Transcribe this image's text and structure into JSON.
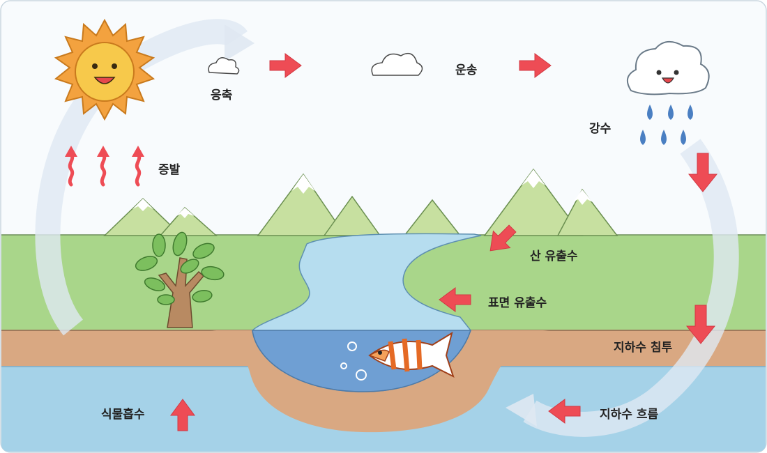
{
  "labels": {
    "evaporation": "증발",
    "condensation": "응축",
    "transport": "운송",
    "precipitation": "강수",
    "mountain_runoff": "산 유출수",
    "surface_runoff": "표면 유출수",
    "infiltration": "지하수 침투",
    "plant_absorption": "식물흡수",
    "groundwater_flow": "지하수 흐름"
  },
  "colors": {
    "sky": "#f7fbfd",
    "grass": "#a9d68a",
    "soil": "#d9a882",
    "groundwater": "#a5d2e8",
    "lake": "#b6ddef",
    "lake_deep": "#6f9fd3",
    "arrow_red": "#ee4c55",
    "cycle_arrow": "#e4ecf5"
  }
}
